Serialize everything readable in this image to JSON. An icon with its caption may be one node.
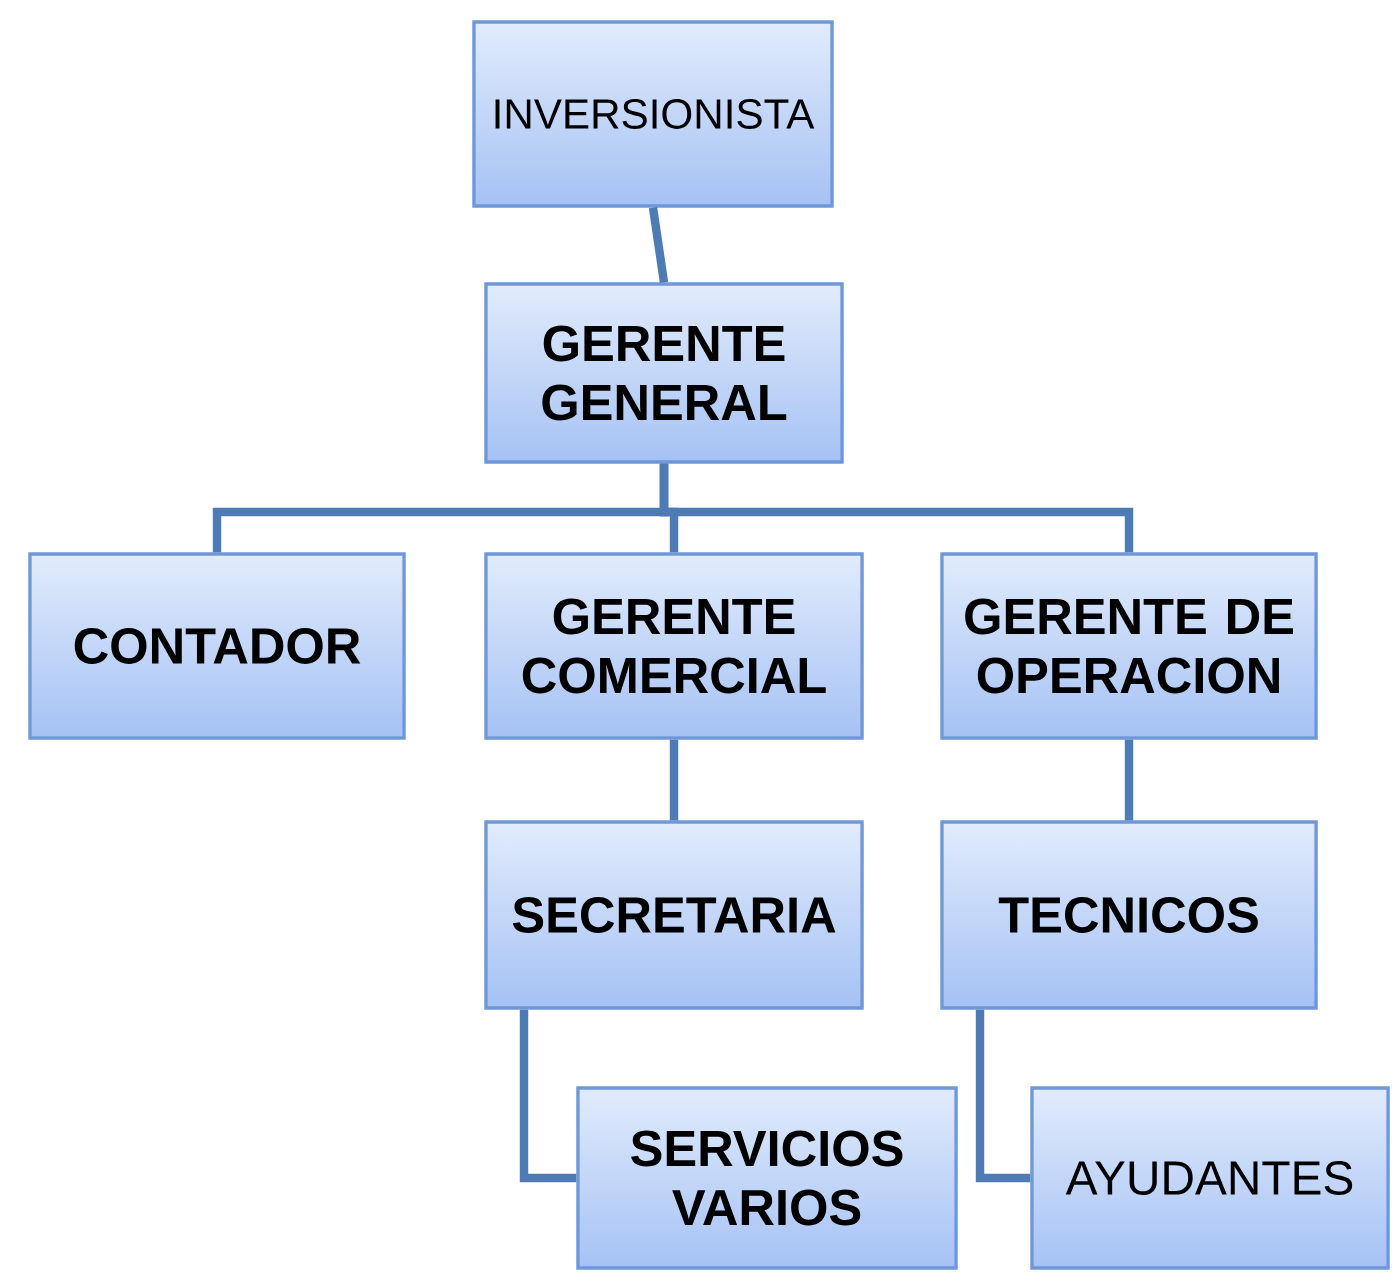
{
  "diagram": {
    "nodes": [
      {
        "text": [
          "INVERSIONISTA"
        ]
      },
      {
        "text": [
          "GERENTE GENERAL"
        ]
      },
      {
        "text": [
          "CONTADOR"
        ]
      },
      {
        "text": [
          "GERENTE COMERCIAL"
        ]
      },
      {
        "text": [
          "GERENTE DE OPERACION"
        ]
      },
      {
        "text": [
          "SECRETARIA"
        ]
      },
      {
        "text": [
          "TECNICOS"
        ]
      },
      {
        "text": [
          "SERVICIOS VARIOS"
        ]
      },
      {
        "text": [
          "AYUDANTES"
        ]
      }
    ],
    "edges": [
      {
        "from": 0,
        "to": 1,
        "arrow": "none"
      },
      {
        "from": 1,
        "to": 2,
        "arrow": "none"
      },
      {
        "from": 1,
        "to": 3,
        "arrow": "none"
      },
      {
        "from": 1,
        "to": 4,
        "arrow": "none"
      },
      {
        "from": 3,
        "to": 5,
        "arrow": "none"
      },
      {
        "from": 4,
        "to": 6,
        "arrow": "none"
      },
      {
        "from": 5,
        "to": 7,
        "arrow": "none"
      },
      {
        "from": 6,
        "to": 8,
        "arrow": "none"
      }
    ]
  }
}
